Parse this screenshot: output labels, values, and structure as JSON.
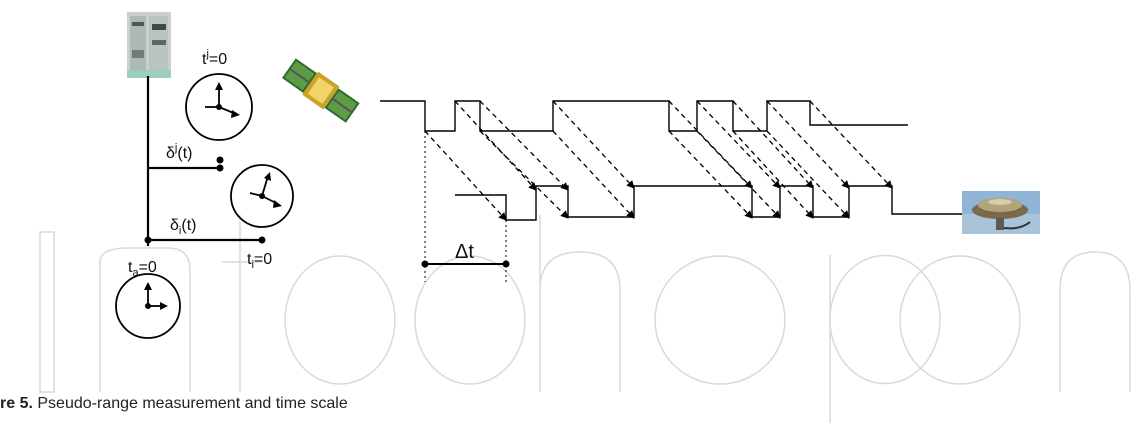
{
  "labels": {
    "tj_zero": "t",
    "tj_sup": "j",
    "tj_eq": "=0",
    "delta_j": "δ",
    "delta_j_sup": "j",
    "delta_j_arg": "(t)",
    "delta_i": "δ",
    "delta_i_sub": "i",
    "delta_i_arg": "(t)",
    "ta": "t",
    "ta_sub": "a",
    "ta_eq": "=0",
    "ti": "t",
    "ti_sub": "i",
    "ti_eq": "=0",
    "delta_t": "Δt"
  },
  "caption": {
    "prefix": "re 5.",
    "text": " Pseudo-range measurement and time scale"
  },
  "watermark": "IntechOpen",
  "colors": {
    "line": "#000000",
    "watermark": "#d8d8d8"
  },
  "icons": [
    "atomic-clock-cabinet-photo",
    "satellite-photo",
    "gps-antenna-photo",
    "clock-icon"
  ]
}
